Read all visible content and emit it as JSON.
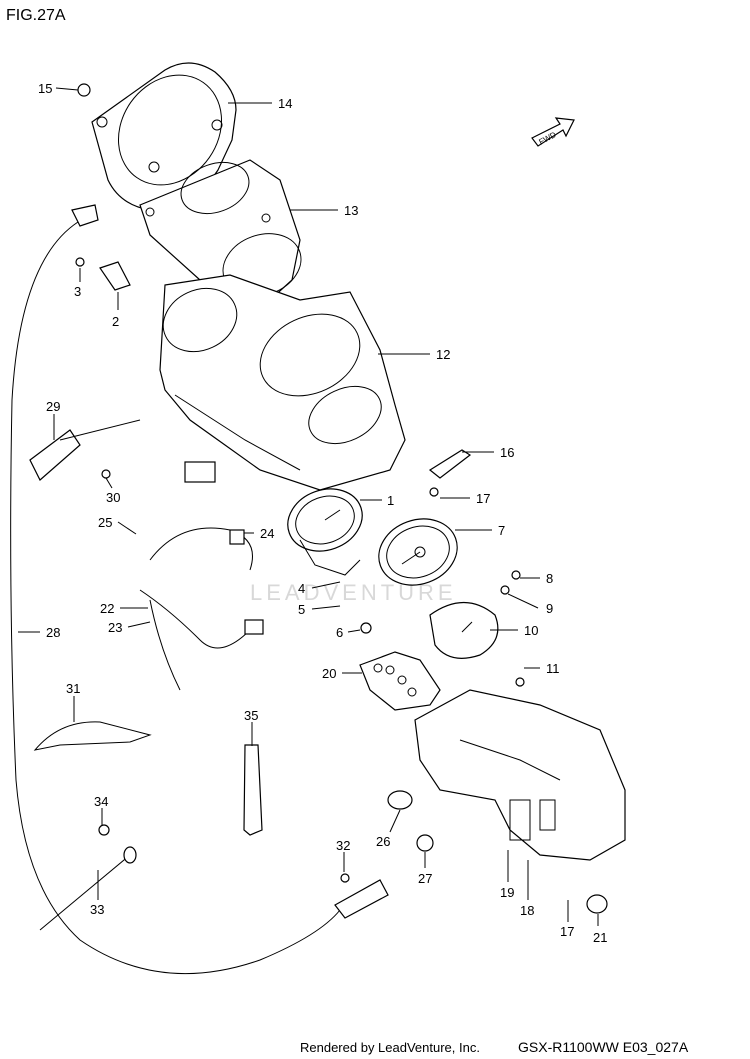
{
  "figure": {
    "title": "FIG.27A"
  },
  "watermark": "LEADVENTURE",
  "fwd_label": "FWD",
  "callouts": [
    {
      "id": "c15",
      "num": "15"
    },
    {
      "id": "c14",
      "num": "14"
    },
    {
      "id": "c13",
      "num": "13"
    },
    {
      "id": "c3",
      "num": "3"
    },
    {
      "id": "c2",
      "num": "2"
    },
    {
      "id": "c12",
      "num": "12"
    },
    {
      "id": "c29",
      "num": "29"
    },
    {
      "id": "c16",
      "num": "16"
    },
    {
      "id": "c30",
      "num": "30"
    },
    {
      "id": "c1",
      "num": "1"
    },
    {
      "id": "c17a",
      "num": "17"
    },
    {
      "id": "c25",
      "num": "25"
    },
    {
      "id": "c24",
      "num": "24"
    },
    {
      "id": "c7",
      "num": "7"
    },
    {
      "id": "c8",
      "num": "8"
    },
    {
      "id": "c4",
      "num": "4"
    },
    {
      "id": "c5",
      "num": "5"
    },
    {
      "id": "c9",
      "num": "9"
    },
    {
      "id": "c22",
      "num": "22"
    },
    {
      "id": "c23",
      "num": "23"
    },
    {
      "id": "c6",
      "num": "6"
    },
    {
      "id": "c10",
      "num": "10"
    },
    {
      "id": "c28",
      "num": "28"
    },
    {
      "id": "c11",
      "num": "11"
    },
    {
      "id": "c20",
      "num": "20"
    },
    {
      "id": "c31",
      "num": "31"
    },
    {
      "id": "c35",
      "num": "35"
    },
    {
      "id": "c34",
      "num": "34"
    },
    {
      "id": "c26",
      "num": "26"
    },
    {
      "id": "c32",
      "num": "32"
    },
    {
      "id": "c27",
      "num": "27"
    },
    {
      "id": "c19",
      "num": "19"
    },
    {
      "id": "c33",
      "num": "33"
    },
    {
      "id": "c18",
      "num": "18"
    },
    {
      "id": "c17b",
      "num": "17"
    },
    {
      "id": "c21",
      "num": "21"
    }
  ],
  "footer": {
    "rendered_by": "Rendered by LeadVenture, Inc.",
    "model_code": "GSX-R1100WW  E03_027A"
  }
}
